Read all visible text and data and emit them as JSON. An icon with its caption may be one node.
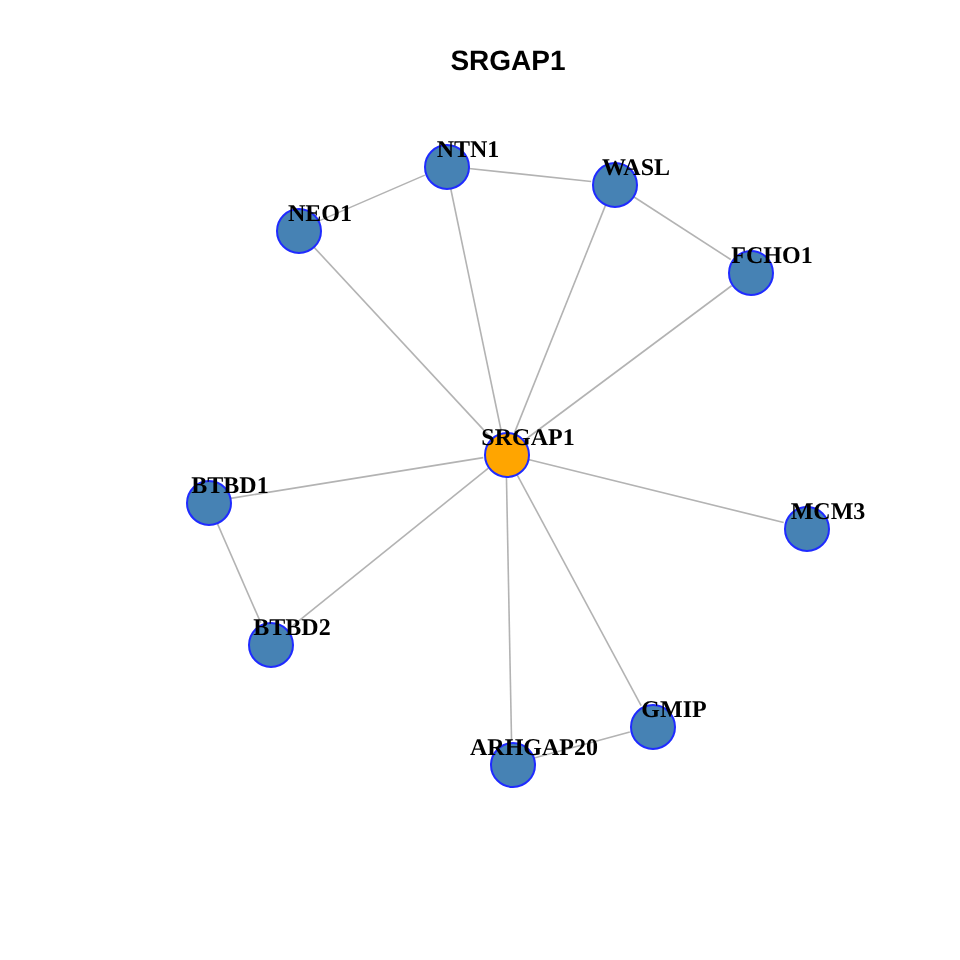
{
  "diagram": {
    "title": "SRGAP1",
    "nodes": [
      {
        "text": [
          "NTN1"
        ]
      },
      {
        "text": [
          "WASL"
        ]
      },
      {
        "text": [
          "NEO1"
        ]
      },
      {
        "text": [
          "FCHO1"
        ]
      },
      {
        "text": [
          "SRGAP1"
        ]
      },
      {
        "text": [
          "BTBD1"
        ]
      },
      {
        "text": [
          "MCM3"
        ]
      },
      {
        "text": [
          "BTBD2"
        ]
      },
      {
        "text": [
          "GMIP"
        ]
      },
      {
        "text": [
          "ARHGAP20"
        ]
      }
    ],
    "edges": [
      {
        "from": 4,
        "to": 0,
        "arrow": "none"
      },
      {
        "from": 4,
        "to": 1,
        "arrow": "none"
      },
      {
        "from": 4,
        "to": 2,
        "arrow": "none"
      },
      {
        "from": 4,
        "to": 3,
        "arrow": "none"
      },
      {
        "from": 4,
        "to": 5,
        "arrow": "none"
      },
      {
        "from": 4,
        "to": 6,
        "arrow": "none"
      },
      {
        "from": 4,
        "to": 7,
        "arrow": "none"
      },
      {
        "from": 4,
        "to": 8,
        "arrow": "none"
      },
      {
        "from": 4,
        "to": 9,
        "arrow": "none"
      },
      {
        "from": 2,
        "to": 0,
        "arrow": "none"
      },
      {
        "from": 0,
        "to": 1,
        "arrow": "none"
      },
      {
        "from": 1,
        "to": 3,
        "arrow": "none"
      },
      {
        "from": 5,
        "to": 7,
        "arrow": "none"
      },
      {
        "from": 9,
        "to": 8,
        "arrow": "none"
      }
    ]
  }
}
